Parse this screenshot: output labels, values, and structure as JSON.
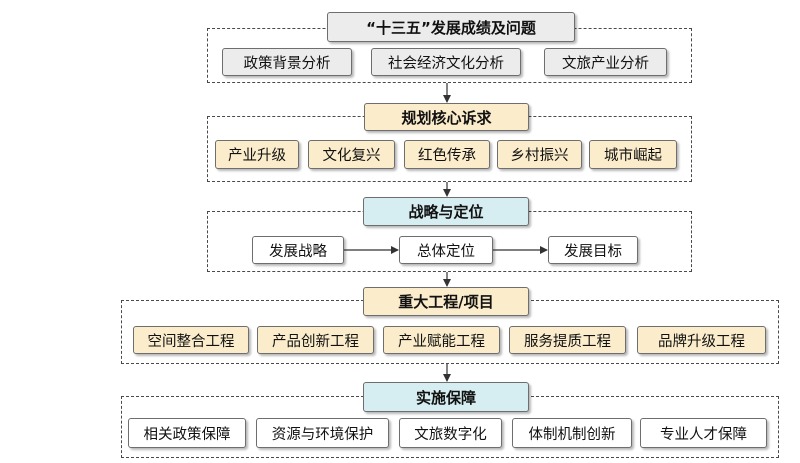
{
  "section1": {
    "title": "“十三五”发展成绩及问题",
    "items": [
      "政策背景分析",
      "社会经济文化分析",
      "文旅产业分析"
    ]
  },
  "section2": {
    "title": "规划核心诉求",
    "items": [
      "产业升级",
      "文化复兴",
      "红色传承",
      "乡村振兴",
      "城市崛起"
    ]
  },
  "section3": {
    "title": "战略与定位",
    "items": [
      "发展战略",
      "总体定位",
      "发展目标"
    ]
  },
  "section4": {
    "title": "重大工程/项目",
    "items": [
      "空间整合工程",
      "产品创新工程",
      "产业赋能工程",
      "服务提质工程",
      "品牌升级工程"
    ]
  },
  "section5": {
    "title": "实施保障",
    "items": [
      "相关政策保障",
      "资源与环境保护",
      "文旅数字化",
      "体制机制创新",
      "专业人才保障"
    ]
  },
  "colors": {
    "gray_box": "#ececec",
    "tan_box": "#fbeccb",
    "teal_box": "#d6eef1",
    "border": "#4a4a4a"
  }
}
